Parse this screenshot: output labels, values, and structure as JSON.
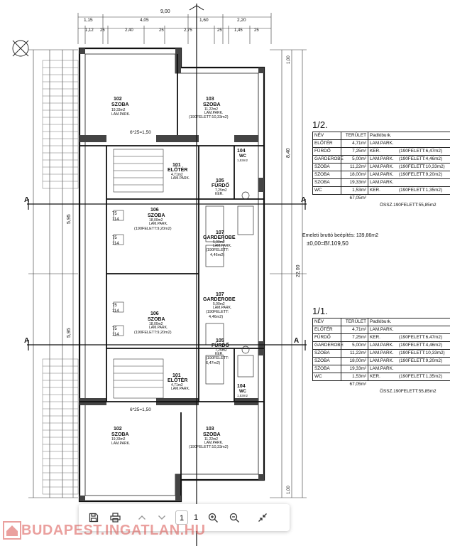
{
  "plan": {
    "dims_top_1": [
      "1,15",
      "4,05",
      "1,60",
      "2,20"
    ],
    "dims_top_1_total": "9,00",
    "dims_top_2": [
      "1,12",
      "25",
      "2,40",
      "25",
      "2,75",
      "25",
      "1,45",
      "25"
    ],
    "dims_left": [
      "5,95",
      "5,95"
    ],
    "dims_right": [
      "22,00",
      "8,40",
      "1,00",
      "1,00"
    ],
    "section_mark": "A",
    "rooms": [
      {
        "id": "102",
        "name": "SZOBA",
        "area": "19,33m2",
        "floor": "LAM.PARK."
      },
      {
        "id": "103",
        "name": "SZOBA",
        "area": "11,22m2",
        "floor": "LAM.PARK.",
        "extra": "(190FELETT:10,33m2)"
      },
      {
        "id": "104",
        "name": "WC",
        "area": "1,53m2"
      },
      {
        "id": "101",
        "name": "ELŐTÉR",
        "area": "4,71m2",
        "floor": "LAM.PARK."
      },
      {
        "id": "105",
        "name": "FÜRDŐ",
        "area": "7,25m2",
        "floor": "KER.",
        "extra": "(190FELETT:",
        "extra2": "6,47m2)"
      },
      {
        "id": "106",
        "name": "SZOBA",
        "area": "18,00m2",
        "floor": "LAM.PARK.",
        "extra": "(190FELETT:9,20m2)"
      },
      {
        "id": "107",
        "name": "GARDEROBE",
        "area": "5,00m2",
        "floor": "LAM.PARK.",
        "extra": "(190FELETT:",
        "extra2": "4,46m2)"
      }
    ],
    "stair_label": "6*25=1,50",
    "window_labels": [
      "75",
      "114",
      "75",
      "114"
    ]
  },
  "tables": [
    {
      "title": "1/2.",
      "headers": [
        "NÉV",
        "TERÜLET",
        "Padlóburk."
      ],
      "rows": [
        [
          "ELŐTÉR",
          "4,71m²",
          "LAM.PARK.",
          ""
        ],
        [
          "FÜRDŐ",
          "7,25m²",
          "KER.",
          "(190FELETT:6,47m2)"
        ],
        [
          "GARDEROBE",
          "5,00m²",
          "LAM.PARK.",
          "(190FELETT:4,46m2)"
        ],
        [
          "SZOBA",
          "11,22m²",
          "LAM.PARK.",
          "(190FELETT:10,33m2)"
        ],
        [
          "SZOBA",
          "18,00m²",
          "LAM.PARK.",
          "(190FELETT:9,20m2)"
        ],
        [
          "SZOBA",
          "19,33m²",
          "LAM.PARK.",
          ""
        ],
        [
          "WC",
          "1,53m²",
          "KER.",
          "(190FELETT:1,35m2)"
        ]
      ],
      "total": "67,05m²",
      "total_note": "ÖSSZ.190FELETT:55,85m2"
    },
    {
      "title": "1/1.",
      "headers": [
        "NÉV",
        "TERÜLET",
        "Padlóburk."
      ],
      "rows": [
        [
          "ELŐTÉR",
          "4,71m²",
          "LAM.PARK.",
          ""
        ],
        [
          "FÜRDŐ",
          "7,25m²",
          "KER.",
          "(190FELETT:6,47m2)"
        ],
        [
          "GARDEROBE",
          "5,00m²",
          "LAM.PARK.",
          "(190FELETT:4,46m2)"
        ],
        [
          "SZOBA",
          "11,22m²",
          "LAM.PARK.",
          "(190FELETT:10,33m2)"
        ],
        [
          "SZOBA",
          "18,00m²",
          "LAM.PARK.",
          "(190FELETT:9,20m2)"
        ],
        [
          "SZOBA",
          "19,33m²",
          "LAM.PARK.",
          ""
        ],
        [
          "WC",
          "1,53m²",
          "KER.",
          "(190FELETT:1,35m2)"
        ]
      ],
      "total": "67,05m²",
      "total_note": "ÖSSZ.190FELETT:55,85m2"
    }
  ],
  "notes": {
    "gross": "Emeleti bruttó beépítés: 139,86m2",
    "level": "±0,00=Bf.109,50"
  },
  "toolbar": {
    "page_current": "1",
    "page_total": "1",
    "icons": [
      "save-icon",
      "print-icon",
      "chevron-up-icon",
      "chevron-down-icon",
      "zoom-in-icon",
      "zoom-out-icon",
      "fit-page-icon"
    ]
  },
  "watermark": {
    "text": "BUDAPEST.INGATLAN.HU",
    "color": "#d9534f"
  }
}
